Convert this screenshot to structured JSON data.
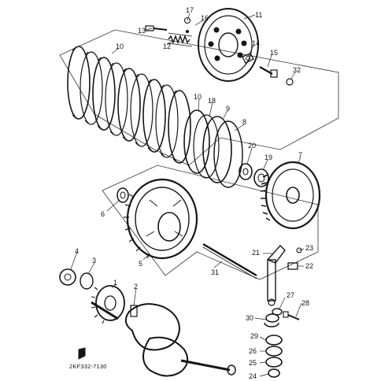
{
  "diagram": {
    "part_code": "2KF332-7130",
    "labels": [
      {
        "num": "1"
      },
      {
        "num": "2"
      },
      {
        "num": "3"
      },
      {
        "num": "4"
      },
      {
        "num": "5"
      },
      {
        "num": "6"
      },
      {
        "num": "7"
      },
      {
        "num": "8"
      },
      {
        "num": "9"
      },
      {
        "num": "10"
      },
      {
        "num": "10"
      },
      {
        "num": "11"
      },
      {
        "num": "12"
      },
      {
        "num": "13"
      },
      {
        "num": "14"
      },
      {
        "num": "15"
      },
      {
        "num": "16"
      },
      {
        "num": "17"
      },
      {
        "num": "18"
      },
      {
        "num": "19"
      },
      {
        "num": "20"
      },
      {
        "num": "21"
      },
      {
        "num": "22"
      },
      {
        "num": "23"
      },
      {
        "num": "24"
      },
      {
        "num": "25"
      },
      {
        "num": "26"
      },
      {
        "num": "27"
      },
      {
        "num": "28"
      },
      {
        "num": "29"
      },
      {
        "num": "30"
      },
      {
        "num": "31"
      },
      {
        "num": "32"
      }
    ]
  }
}
